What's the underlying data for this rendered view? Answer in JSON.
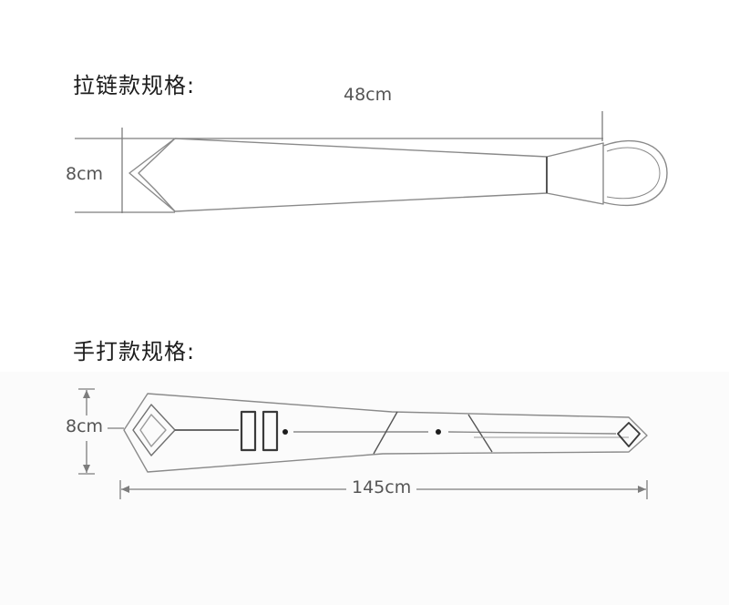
{
  "sections": {
    "zipper": {
      "title": "拉链款规格:",
      "length": "48cm",
      "width": "8cm"
    },
    "hand_tied": {
      "title": "手打款规格:",
      "width": "8cm",
      "length": "145cm"
    }
  },
  "colors": {
    "outline": "#8a8a8a",
    "dimension": "#7d7d7d",
    "dark": "#3a3a3a",
    "text": "#1d1d1d"
  }
}
